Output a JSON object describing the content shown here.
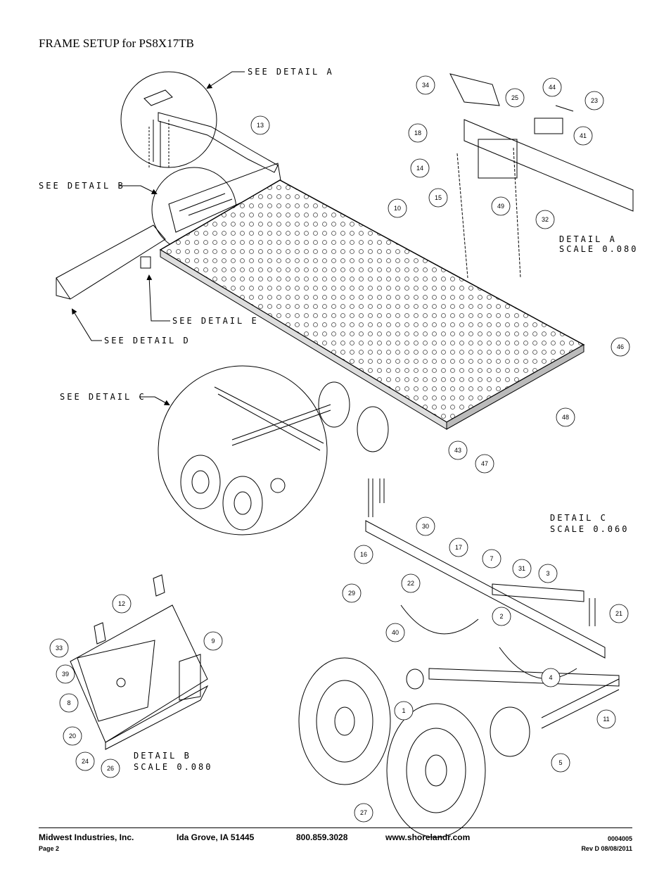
{
  "title": "FRAME SETUP for PS8X17TB",
  "see_details": {
    "a": "SEE DETAIL A",
    "b": "SEE DETAIL B",
    "c": "SEE DETAIL C",
    "d": "SEE DETAIL D",
    "e": "SEE DETAIL E"
  },
  "detail_titles": {
    "a": {
      "name": "DETAIL A",
      "scale": "SCALE 0.080"
    },
    "b": {
      "name": "DETAIL B",
      "scale": "SCALE 0.080"
    },
    "c": {
      "name": "DETAIL C",
      "scale": "SCALE 0.060"
    }
  },
  "callouts": [
    "13",
    "10",
    "34",
    "25",
    "44",
    "23",
    "18",
    "14",
    "15",
    "49",
    "41",
    "32",
    "46",
    "48",
    "43",
    "47",
    "30",
    "16",
    "17",
    "7",
    "31",
    "3",
    "22",
    "29",
    "40",
    "2",
    "21",
    "4",
    "11",
    "1",
    "5",
    "27",
    "12",
    "9",
    "33",
    "39",
    "8",
    "20",
    "24",
    "26"
  ],
  "footer": {
    "company": "Midwest Industries, Inc.",
    "city": "Ida Grove, IA  51445",
    "phone": "800.859.3028",
    "web": "www.shorelandr.com",
    "page": "Page 2",
    "doc_number": "0004005",
    "revision": "Rev D  08/08/2011"
  }
}
